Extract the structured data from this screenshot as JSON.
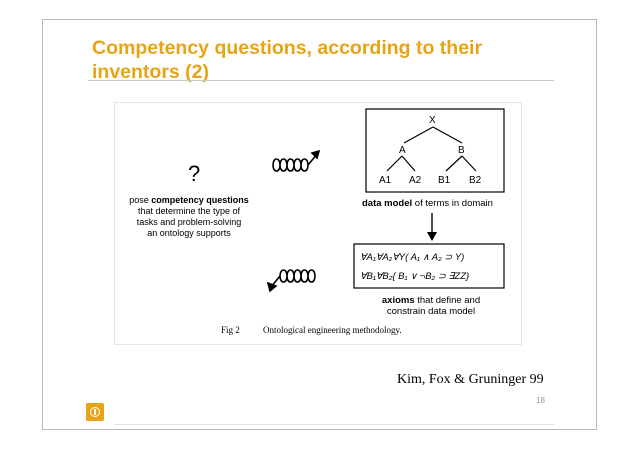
{
  "slide": {
    "title": "Competency questions, according to their inventors (2)",
    "citation": "Kim, Fox & Gruninger 99",
    "page_number": "18",
    "accent_color": "#e8a419"
  },
  "figure": {
    "question_mark": "?",
    "left_caption": [
      "pose ",
      "competency questions",
      "that determine the type of",
      "tasks and problem-solving",
      "an ontology supports"
    ],
    "tree": {
      "root": "X",
      "a": "A",
      "b": "B",
      "a1": "A1",
      "a2": "A2",
      "b1": "B1",
      "b2": "B2"
    },
    "data_model_caption": [
      "data model",
      " of terms in domain"
    ],
    "axiom_line_1": "∀A₁∀A₂∀Y( A₁ ∧ A₂ ⊃ Y)",
    "axiom_line_2": "∀B₁∀B₂{ B₁ ∨ ¬B₂ ⊃ ∃ZZ}",
    "axioms_caption": [
      "axioms",
      " that define and",
      "constrain data model"
    ],
    "fig_caption_label": "Fig 2",
    "fig_caption_text": "Ontological engineering methodology."
  }
}
